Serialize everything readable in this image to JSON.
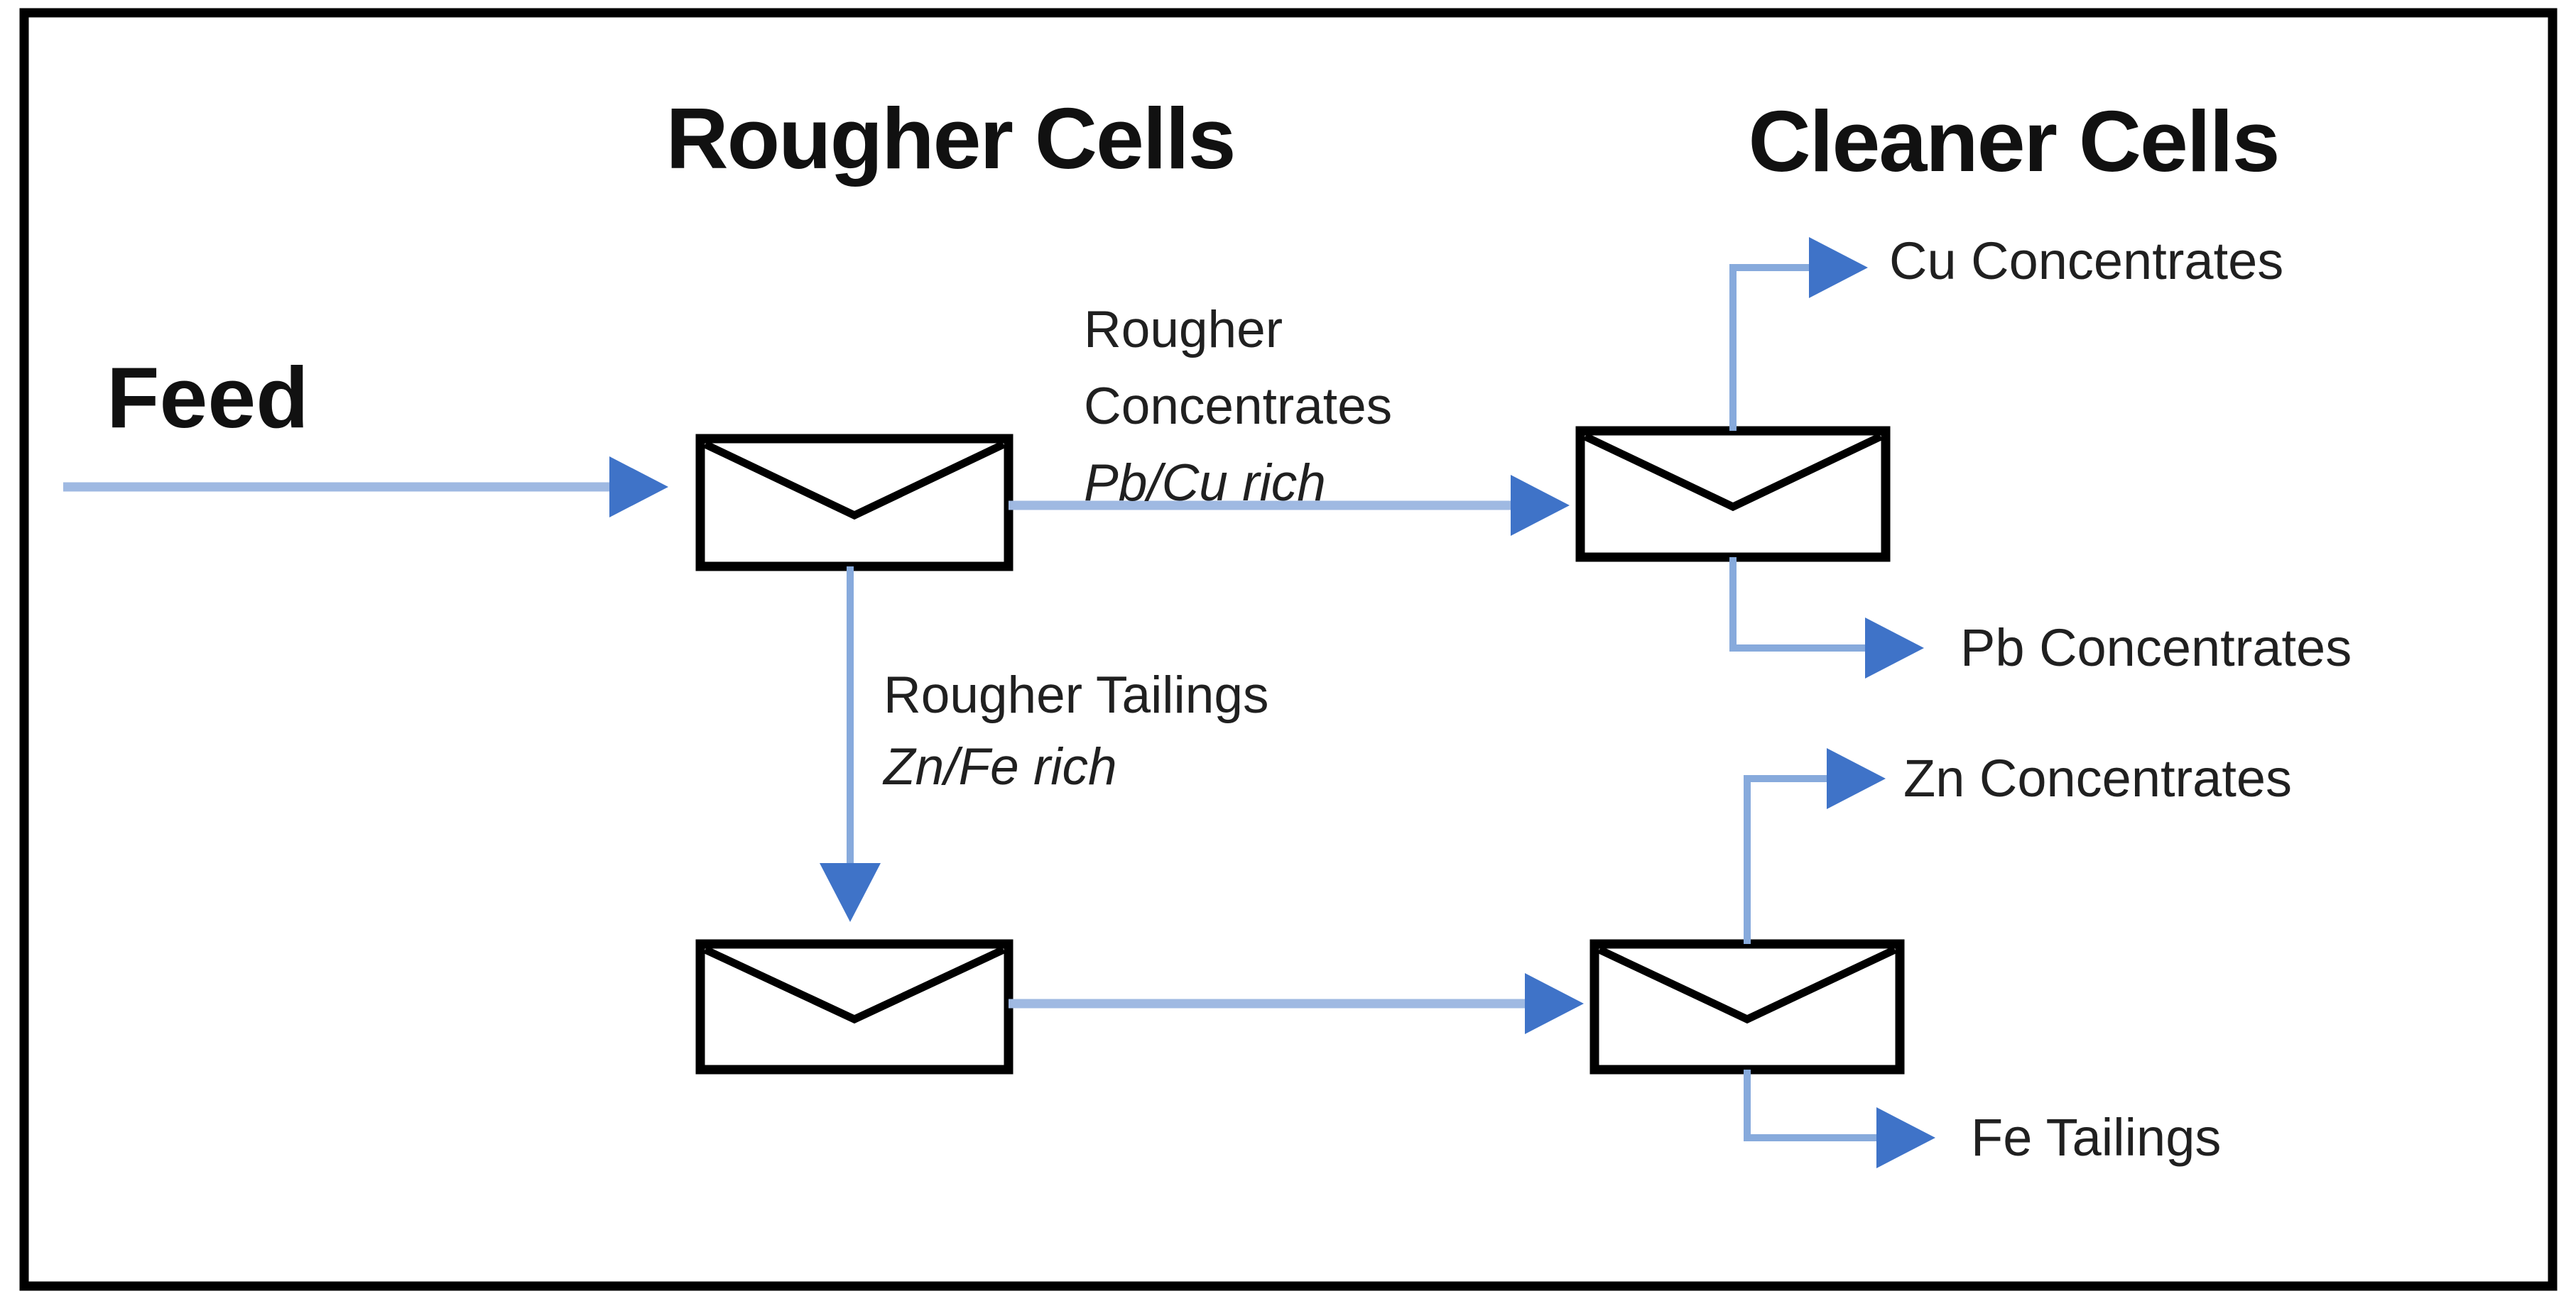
{
  "diagram": {
    "kind": "flotation-process-flow",
    "titles": {
      "rougher": "Rougher Cells",
      "cleaner": "Cleaner Cells"
    },
    "feed": {
      "label": "Feed"
    },
    "streams": {
      "rougher_concentrates": {
        "line1": "Rougher",
        "line2": "Concentrates",
        "qualifier": "Pb/Cu rich"
      },
      "rougher_tailings": {
        "line1": "Rougher Tailings",
        "qualifier": "Zn/Fe rich"
      }
    },
    "outputs": {
      "cu_concentrates": "Cu Concentrates",
      "pb_concentrates": "Pb Concentrates",
      "zn_concentrates": "Zn Concentrates",
      "fe_tailings": "Fe Tailings"
    },
    "colors": {
      "flow_line": "#9FB9E2",
      "connector_line": "#87AADC",
      "arrowhead": "#3F73C8",
      "cell_outline": "#000000",
      "frame": "#000000",
      "background": "#FFFFFF"
    }
  }
}
